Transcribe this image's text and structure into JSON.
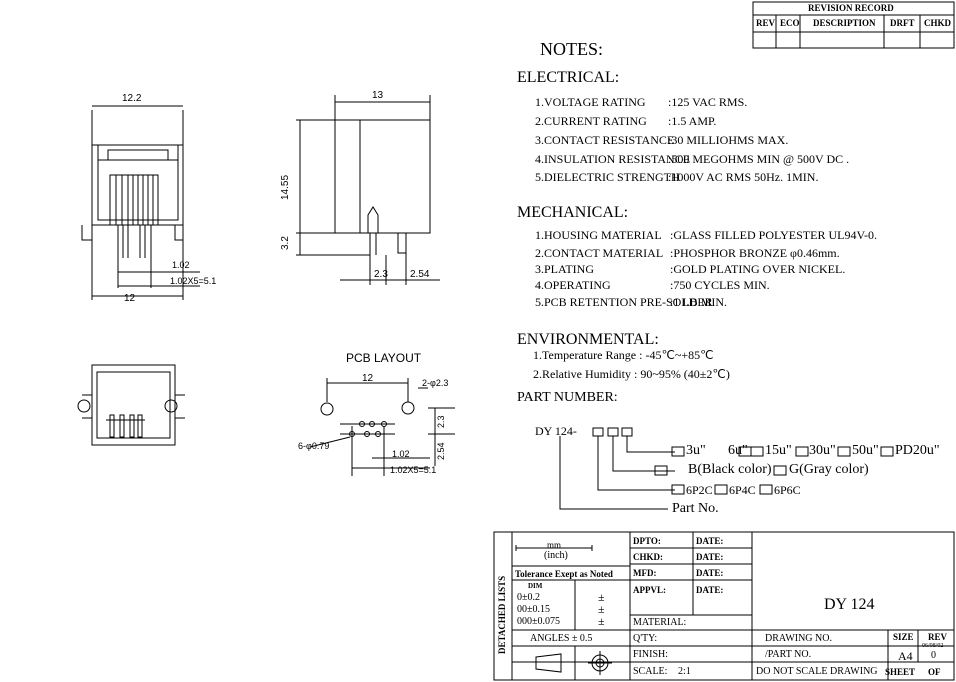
{
  "revision": {
    "title": "REVISION RECORD",
    "cols": [
      "REV",
      "ECO",
      "DESCRIPTION",
      "DRFT",
      "CHKD"
    ]
  },
  "notes": {
    "heading": "NOTES:",
    "electrical": {
      "heading": "ELECTRICAL:",
      "items": [
        {
          "label": "1.VOLTAGE RATING",
          "value": ":125 VAC RMS."
        },
        {
          "label": "2.CURRENT RATING",
          "value": ":1.5 AMP."
        },
        {
          "label": "3.CONTACT RESISTANCE",
          "value": ":30 MILLIOHMS MAX."
        },
        {
          "label": "4.INSULATION RESISTANCE",
          "value": ":500 MEGOHMS MIN @ 500V DC ."
        },
        {
          "label": "5.DIELECTRIC STRENGTH",
          "value": ":1000V AC RMS 50Hz. 1MIN."
        }
      ]
    },
    "mechanical": {
      "heading": "MECHANICAL:",
      "items": [
        {
          "label": "1.HOUSING MATERIAL",
          "value": ":GLASS FILLED POLYESTER UL94V-0."
        },
        {
          "label": "2.CONTACT MATERIAL",
          "value": ":PHOSPHOR BRONZE φ0.46mm."
        },
        {
          "label": "3.PLATING",
          "value": ":GOLD PLATING OVER NICKEL."
        },
        {
          "label": "4.OPERATING",
          "value": ":750 CYCLES MIN."
        },
        {
          "label": "5.PCB RETENTION PRE-SOLDER",
          "value": ":1 LB MIN."
        }
      ]
    },
    "environmental": {
      "heading": "ENVIRONMENTAL:",
      "items": [
        "1.Temperature Range : -45℃~+85℃",
        "2.Relative Humidity : 90~95% (40±2℃)"
      ]
    },
    "part_number": {
      "heading": "PART NUMBER:",
      "prefix": "DY 124-",
      "plating_options": [
        "3u\"",
        "6u\"",
        "15u\"",
        "30u\"",
        "50u\"",
        "PD20u\""
      ],
      "color_options": [
        "B(Black color)",
        "G(Gray color)"
      ],
      "pin_options": [
        "6P2C",
        "6P4C",
        "6P6C"
      ],
      "part_no_label": "Part No."
    }
  },
  "views": {
    "front": {
      "dim_top": "12.2",
      "dim_bottom": "12",
      "dim_pitch": "1.02",
      "dim_span": "1.02X5=5.1"
    },
    "side": {
      "dim_top": "13",
      "dim_height": "14.55",
      "dim_pin": "3.2",
      "dim_a": "2.3",
      "dim_b": "2.54"
    },
    "pcb": {
      "title": "PCB LAYOUT",
      "dim_top": "12",
      "dim_hole_large": "2-φ2.3",
      "dim_hole_small": "6-φ0.79",
      "dim_v1": "2.3",
      "dim_v2": "2.54",
      "dim_pitch": "1.02",
      "dim_span": "1.02X5=5.1"
    }
  },
  "title_block": {
    "side_label": "DETACHED LISTS",
    "unit_mm": "mm",
    "unit_inch": "(inch)",
    "tolerance_label": "Tolerance Exept as Noted",
    "dim_head": "DIM",
    "tol_rows": [
      "0±0.2",
      "00±0.15",
      "000±0.075"
    ],
    "tol_pm": "±",
    "angles": "ANGLES ±  0.5",
    "fields": {
      "dpto": "DPTO:",
      "chkd": "CHKD:",
      "mfd": "MFD:",
      "apprl": "APPVL:",
      "date": "DATE:",
      "material": "MATERIAL:",
      "qty": "Q'TY:",
      "finish": "FINISH:",
      "scale_label": "SCALE:",
      "scale_value": "2:1"
    },
    "part_title": "DY 124",
    "drawing_no": "DRAWING NO.",
    "part_no": "/PART NO.",
    "do_not_scale": "DO NOT SCALE DRAWING",
    "size_label": "SIZE",
    "size_value": "A4",
    "rev_label": "REV",
    "rev_date": "06/08/02",
    "rev_value": "0",
    "sheet_label": "SHEET",
    "sheet_value": "OF"
  }
}
